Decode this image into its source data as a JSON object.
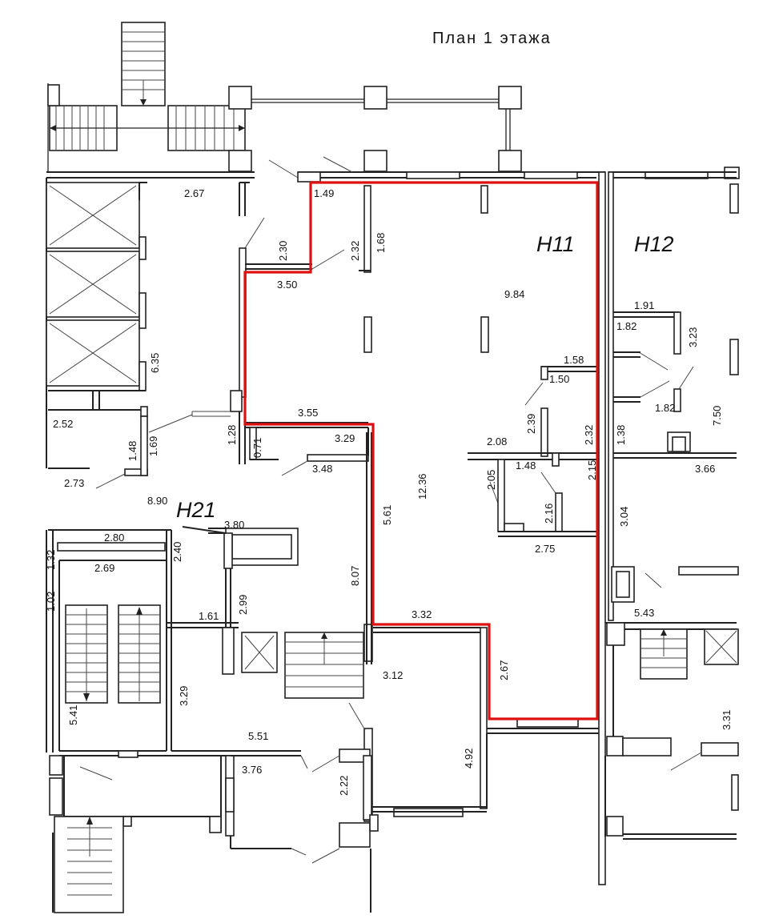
{
  "title": "План 1 этажа",
  "highlight_color": "#dd1111",
  "rooms": [
    "Н11",
    "Н12",
    "Н21"
  ],
  "dimensions": [
    "2.67",
    "1.49",
    "2.30",
    "2.32",
    "1.68",
    "3.50",
    "9.84",
    "1.91",
    "1.82",
    "3.23",
    "1.58",
    "1.50",
    "1.82",
    "7.50",
    "3.55",
    "2.39",
    "2.32",
    "1.38",
    "6.35",
    "2.52",
    "1.48",
    "1.69",
    "1.28",
    "0.71",
    "3.29",
    "2.08",
    "1.48",
    "2.15",
    "3.66",
    "2.73",
    "3.48",
    "2.05",
    "12.36",
    "8.90",
    "5.61",
    "2.16",
    "3.04",
    "3.80",
    "2.80",
    "2.40",
    "2.75",
    "1.32",
    "2.69",
    "8.07",
    "2.99",
    "1.61",
    "3.32",
    "5.43",
    "2.67",
    "3.12",
    "3.29",
    "5.41",
    "5.51",
    "3.31",
    "4.92",
    "3.76",
    "2.22",
    "1.02"
  ]
}
